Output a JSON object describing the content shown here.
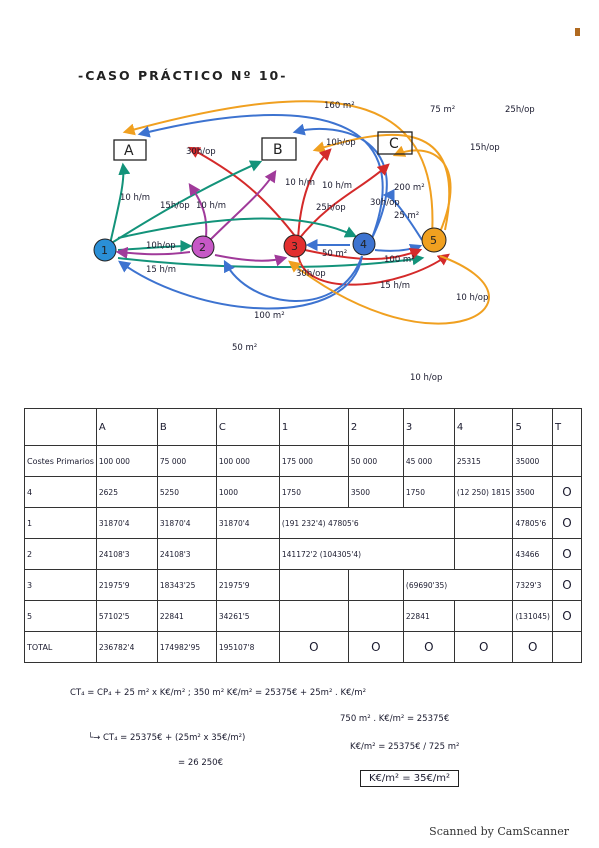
{
  "title": "-CASO PRÁCTICO Nº 10-",
  "diagram": {
    "boxes": [
      "A",
      "B",
      "C"
    ],
    "nodes": [
      "1",
      "2",
      "3",
      "4",
      "5"
    ],
    "arrow_labels": [
      "160 m²",
      "75 m²",
      "25h/op",
      "30h/op",
      "10h/op",
      "15h/op",
      "10 h/m",
      "15h/op",
      "10 h/m",
      "25h/op",
      "200 m²",
      "30h/op",
      "25 m²",
      "10h/op",
      "50 m²",
      "100 m²",
      "30h/op",
      "15 h/m",
      "15 h/m",
      "10 h/op",
      "100 m²",
      "50 m²",
      "10 h/op"
    ],
    "colors": {
      "orange": "#f0a020",
      "blue": "#3d73d0",
      "red": "#d42a2a",
      "teal": "#13937a",
      "purple": "#a03a9a"
    }
  },
  "table": {
    "headers": [
      "",
      "A",
      "B",
      "C",
      "1",
      "2",
      "3",
      "4",
      "5",
      "T"
    ],
    "rows": [
      {
        "label": "Costes Primarios",
        "cells": [
          "100 000",
          "75 000",
          "100 000",
          "175 000",
          "50 000",
          "45 000",
          "25315",
          "35000",
          ""
        ]
      },
      {
        "label": "4",
        "cells": [
          "2625",
          "5250",
          "1000",
          "1750",
          "3500",
          "1750",
          "(12 250) 1815",
          "3500",
          "O"
        ]
      },
      {
        "label": "1",
        "cells": [
          "31870'4",
          "31870'4",
          "31870'4",
          "(191 232'4) 47805'6",
          "",
          "",
          "",
          "47805'6",
          "O"
        ]
      },
      {
        "label": "2",
        "cells": [
          "24108'3",
          "24108'3",
          "",
          "141172'2 (104305'4)",
          "",
          "",
          "",
          "43466",
          "O"
        ]
      },
      {
        "label": "3",
        "cells": [
          "21975'9",
          "18343'25",
          "21975'9",
          "",
          "",
          "(69690'35)",
          "",
          "7329'3",
          "O"
        ]
      },
      {
        "label": "5",
        "cells": [
          "57102'5",
          "22841",
          "34261'5",
          "",
          "",
          "22841",
          "",
          "(131045)",
          "O"
        ]
      },
      {
        "label": "TOTAL",
        "cells": [
          "236782'4",
          "174982'95",
          "195107'8",
          "O",
          "O",
          "O",
          "O",
          "O",
          ""
        ]
      }
    ]
  },
  "calculations": [
    "CT₄ = CP₄ + 25 m² x K€/m² ; 350 m² K€/m² = 25375€ + 25m² . K€/m²",
    "750 m² . K€/m² = 25375€",
    "└→ CT₄ = 25375€ + (25m² x 35€/m²)",
    "K€/m² = 25375€ / 725 m²",
    "= 26 250€",
    "K€/m² = 35€/m²"
  ],
  "footer": "Scanned by CamScanner"
}
